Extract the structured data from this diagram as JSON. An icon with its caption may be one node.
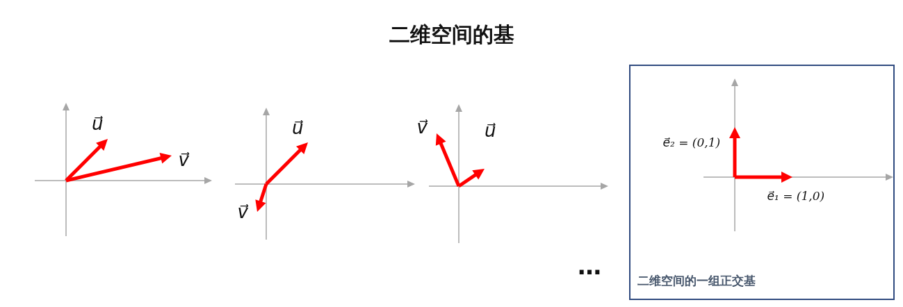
{
  "diagram": {
    "title": "二维空间的基",
    "nodes": [
      {
        "text": [
          "二维空间的一组正交基"
        ]
      }
    ],
    "labels": [
      "u⃗",
      "v⃗",
      "u⃗",
      "v⃗",
      "v⃗",
      "u⃗",
      "e⃗₂ = (0,1)",
      "e⃗₁ = (1,0)",
      "…"
    ]
  }
}
